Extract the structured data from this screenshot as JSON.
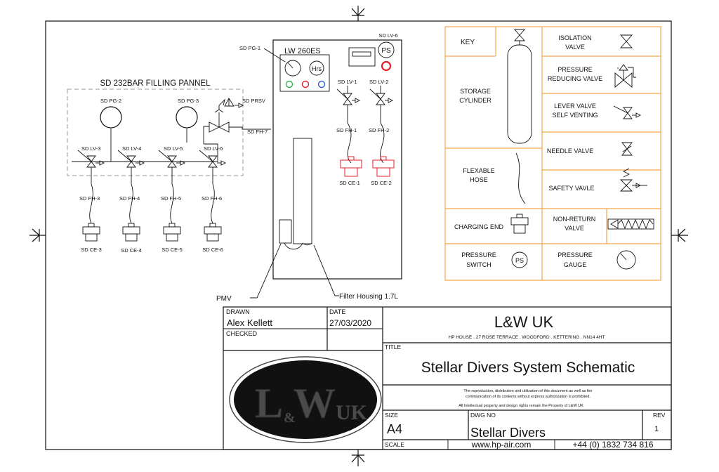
{
  "panel": {
    "title": "SD 232BAR FILLING PANNEL",
    "gauges": [
      "SD PG-2",
      "SD PG-3"
    ],
    "prsv": "SD PRSV",
    "fh7": "SD FH-7",
    "valves": [
      "SD LV-3",
      "SD LV-4",
      "SD LV-5",
      "SD LV-6"
    ],
    "hoses": [
      "SD FH-3",
      "SD FH-4",
      "SD FH-5",
      "SD FH-6"
    ],
    "ends": [
      "SD CE-3",
      "SD CE-4",
      "SD CE-5",
      "SD CE-6"
    ]
  },
  "compressor": {
    "name": "LW 260ES",
    "pg1": "SD PG-1",
    "hrs": "Hrs",
    "ps": "PS",
    "lv6": "SD LV-6",
    "valves": [
      "SD LV-1",
      "SD LV-2"
    ],
    "hoses": [
      "SD FH-1",
      "SD FH-2"
    ],
    "ends": [
      "SD CE-1",
      "SD CE-2"
    ],
    "pmv": "PMV",
    "filter": "Filter Housing 1.7L"
  },
  "key": {
    "title": "KEY",
    "storage": "STORAGE CYLINDER",
    "hose": "FLEXABLE HOSE",
    "charging": "CHARGING END",
    "ps_switch": "PRESSURE SWITCH",
    "ps": "PS",
    "isolation": "ISOLATION VALVE",
    "prv": "PRESSURE REDUCING VALVE",
    "lever": "LEVER VALVE SELF VENTING",
    "needle": "NEEDLE VALVE",
    "safety": "SAFETY VAVLE",
    "nrv": "NON-RETURN VALVE",
    "gauge": "PRESSURE GAUGE"
  },
  "titleblock": {
    "drawn_label": "DRAWN",
    "drawn_value": "Alex Kellett",
    "date_label": "DATE",
    "date_value": "27/03/2020",
    "checked_label": "CHECKED",
    "company": "L&W UK",
    "address": "HP HOUSE . 27 ROSE TERRACE . WOODFORD . KETTERING . NN14 4HT",
    "title_label": "TITLE",
    "title": "Stellar Divers System Schematic",
    "notice1": "The reproduction, distribution and utilization of this document as well as the",
    "notice2": "communication of its contents without express authorization is prohibited.",
    "notice3": "All Intellectual property and design rights remain the Property of L&W UK",
    "size_label": "SIZE",
    "size": "A4",
    "dwg_label": "DWG NO",
    "dwg": "Stellar Divers",
    "rev_label": "REV",
    "rev": "1",
    "scale_label": "SCALE",
    "web": "www.hp-air.com",
    "phone": "+44 (0) 1832 734 816",
    "logo_text": "L&W UK"
  },
  "colors": {
    "accent": "#f4a64a",
    "red": "#e0202a",
    "green": "#2fb34a",
    "blue": "#2f5fd0"
  }
}
